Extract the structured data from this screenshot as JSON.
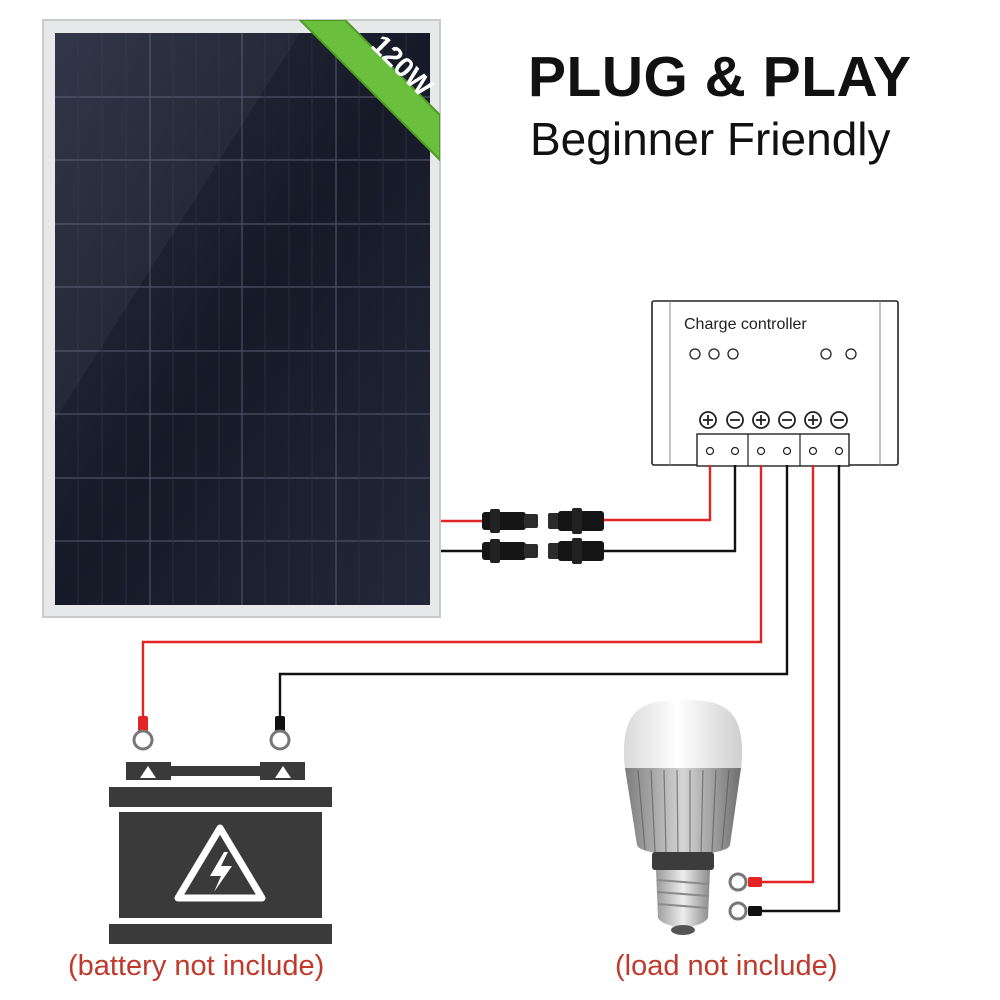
{
  "header": {
    "title": "PLUG & PLAY",
    "subtitle": "Beginner Friendly"
  },
  "panel": {
    "wattage_badge": "120W"
  },
  "controller": {
    "label": "Charge controller"
  },
  "captions": {
    "battery": "(battery not include)",
    "load": "(load not include)"
  },
  "colors": {
    "positive_wire": "#e32424",
    "negative_wire": "#111111",
    "badge_green": "#6abf3c",
    "caption_red": "#c0392b",
    "panel_cells": "#1c2030"
  }
}
